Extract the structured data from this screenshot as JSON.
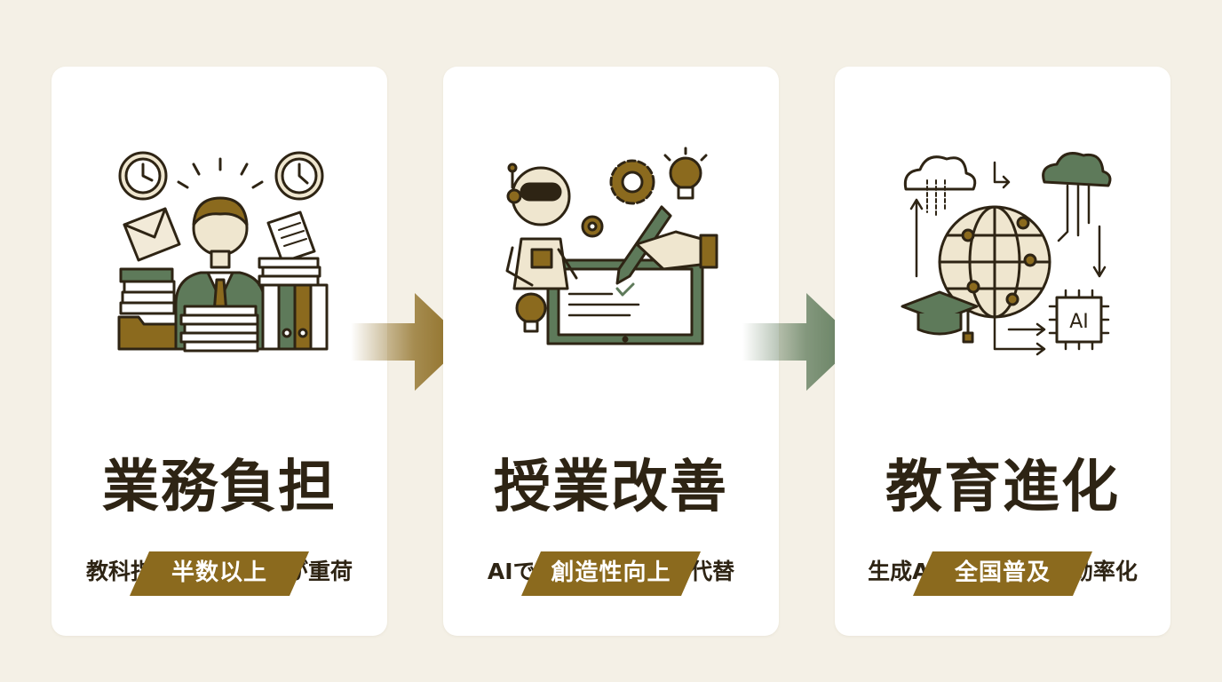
{
  "colors": {
    "background": "#f4f0e6",
    "card": "#ffffff",
    "olive_gold": "#8b6a1e",
    "sage_green": "#5e7a5a",
    "text_dark": "#2e2414"
  },
  "cards": [
    {
      "title": "業務負担",
      "subtitle": "教科指導に伴う作業が重荷",
      "badge": "半数以上",
      "icons": [
        "clock-icon",
        "clock-icon",
        "stressed-teacher-icon",
        "envelope-icon",
        "document-stack-icon",
        "folder-icon",
        "binders-icon"
      ]
    },
    {
      "title": "授業改善",
      "subtitle": "AIでアナログ作業を代替",
      "badge": "創造性向上",
      "icons": [
        "robot-icon",
        "gear-icon",
        "lightbulb-icon",
        "tablet-icon",
        "pencil-icon",
        "checklist-icon"
      ]
    },
    {
      "title": "教育進化",
      "subtitle": "生成AI活用で校務を効率化",
      "badge": "全国普及",
      "icons": [
        "cloud-icon",
        "globe-network-icon",
        "graduation-cap-icon",
        "ai-chip-icon",
        "flow-arrows-icon"
      ]
    }
  ],
  "chip_label": "AI"
}
